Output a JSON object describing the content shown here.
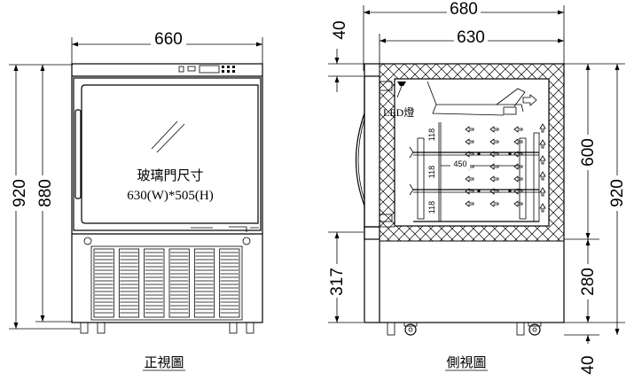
{
  "front_view": {
    "caption": "正視圖",
    "width_label": "660",
    "height_outer_label": "920",
    "height_inner_label": "880",
    "glass_note_line1": "玻璃門尺寸",
    "glass_note_line2": "630(W)*505(H)"
  },
  "side_view": {
    "caption": "側視圖",
    "depth_outer_label": "680",
    "depth_inner_label": "630",
    "top_gap_label": "40",
    "cabinet_height_label": "600",
    "total_height_label": "920",
    "base_height_label": "280",
    "bottom_gap_label": "40",
    "lower_door_label": "317",
    "led_label": "LED燈",
    "shelf_pitch_label": "118",
    "shelf_depth_label": "450"
  },
  "colors": {
    "line": "#000000",
    "background": "#ffffff"
  }
}
